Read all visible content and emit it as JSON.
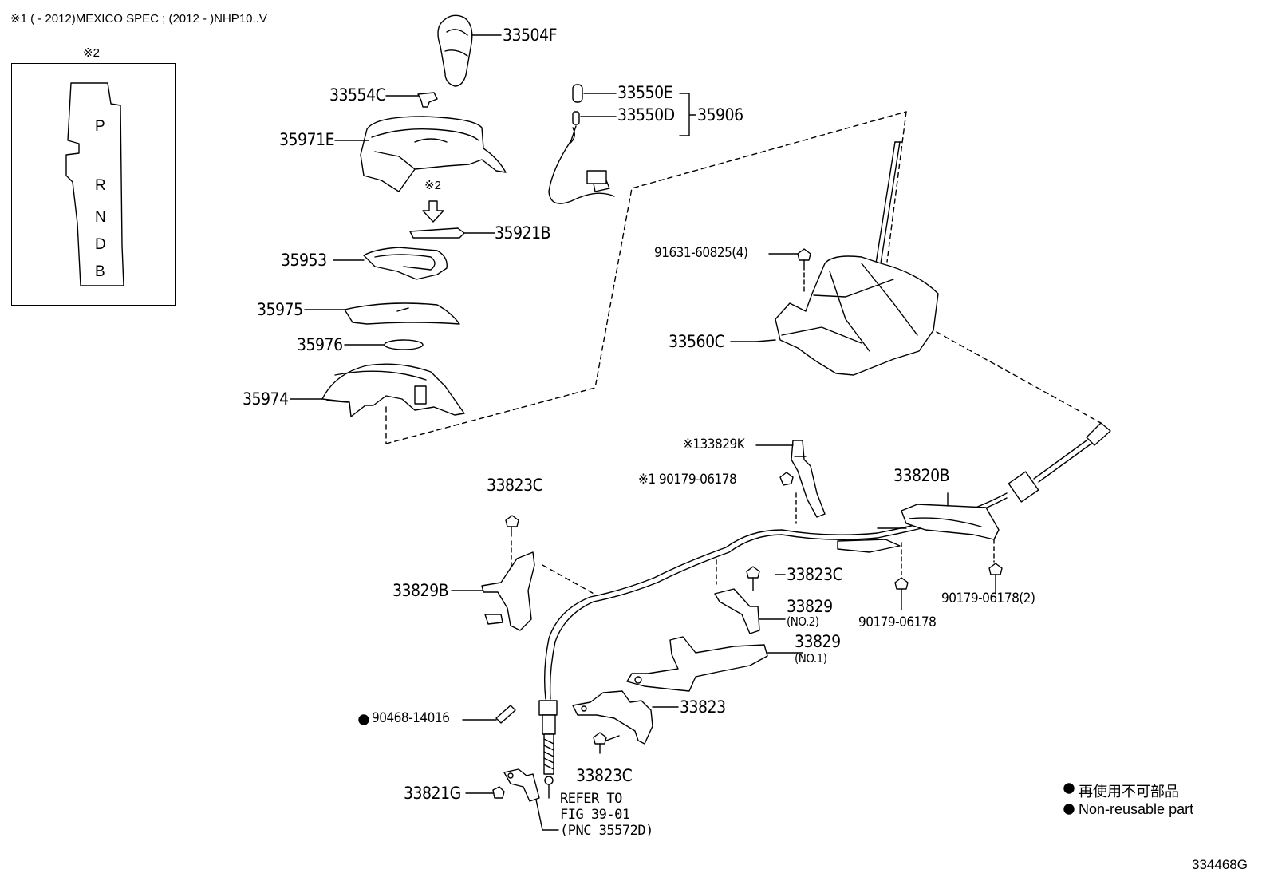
{
  "header": {
    "note": "※1 (     - 2012)MEXICO SPEC ; (2012 -     )NHP10..V"
  },
  "inset": {
    "marker": "※2",
    "gate_letters": [
      "P",
      "R",
      "N",
      "D",
      "B"
    ]
  },
  "callouts": {
    "p33504F": "33504F",
    "p33554C": "33554C",
    "p33550E": "33550E",
    "p33550D": "33550D",
    "p35906": "35906",
    "p35971E": "35971E",
    "marker2": "※2",
    "p35921B": "35921B",
    "p35953": "35953",
    "p35975": "35975",
    "p35976": "35976",
    "p35974": "35974",
    "p91631": "91631-60825(4)",
    "p33560C": "33560C",
    "p33829K": "※133829K",
    "p90179a": "※1 90179-06178",
    "p33820B": "33820B",
    "p33823C_top": "33823C",
    "p33829B": "33829B",
    "p33823C_mid": "33823C",
    "p33829_no2": "33829",
    "p33829_no2_sub": "(NO.2)",
    "p33829_no1": "33829",
    "p33829_no1_sub": "(NO.1)",
    "p90179b": "90179-06178",
    "p90179c": "90179-06178(2)",
    "p33823": "33823",
    "p90468": "90468-14016",
    "p33823C_bot": "33823C",
    "p33821G": "33821G",
    "refer1": "REFER TO",
    "refer2": "FIG 39-01",
    "refer3": "(PNC 35572D)"
  },
  "legend": {
    "jp": "再使用不可部品",
    "en": "Non-reusable part"
  },
  "figure_id": "334468G"
}
